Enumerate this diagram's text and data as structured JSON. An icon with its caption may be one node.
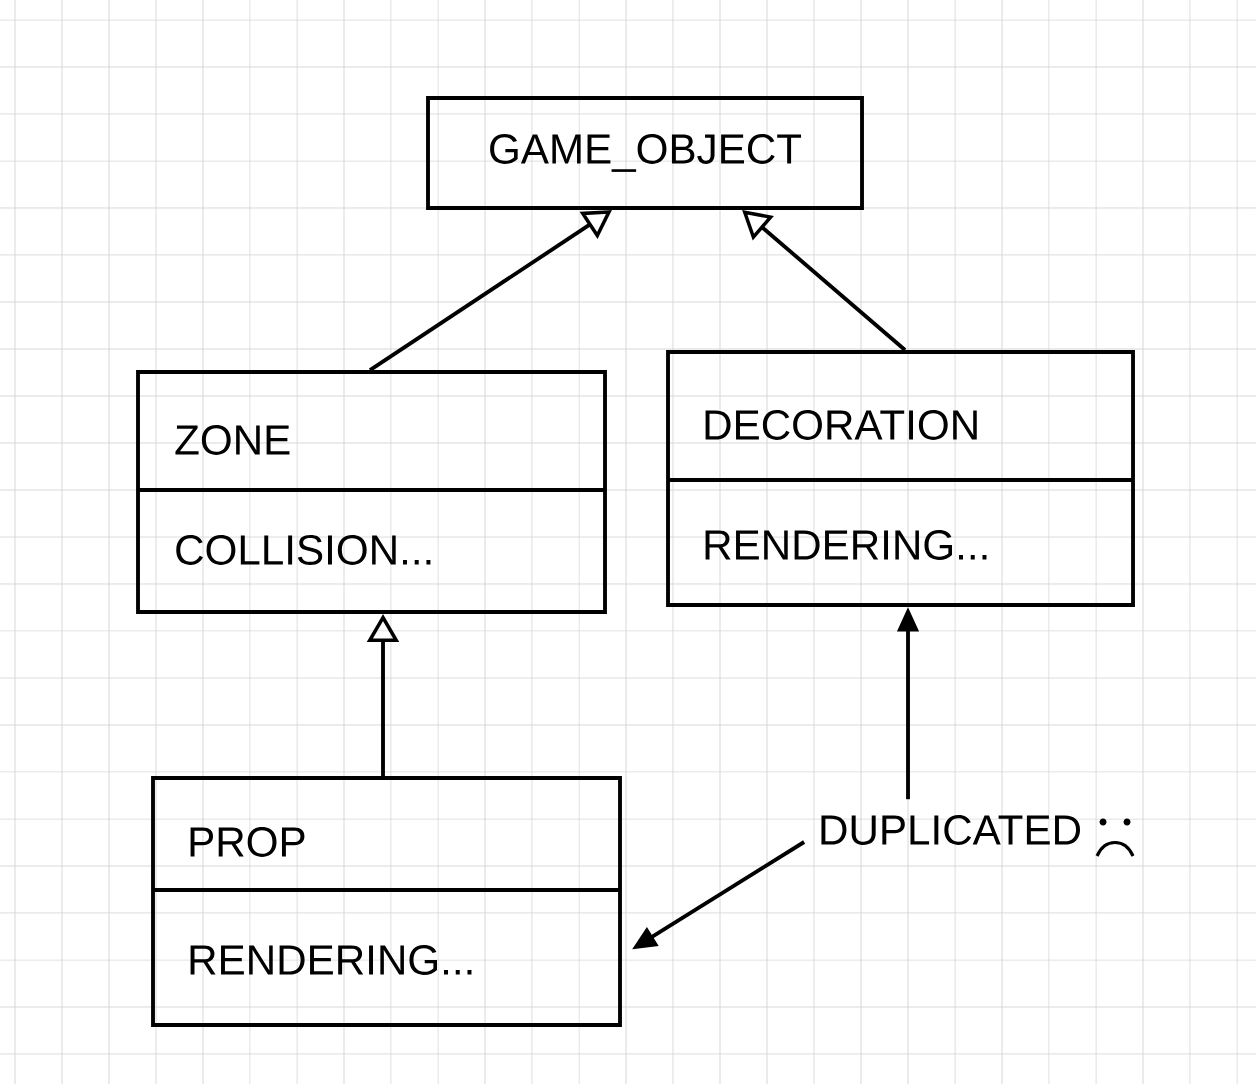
{
  "diagram": {
    "nodes": [
      {
        "text": [
          "GAME_OBJECT"
        ]
      },
      {
        "text": [
          "ZONE",
          "COLLISION..."
        ]
      },
      {
        "text": [
          "DECORATION",
          "RENDERING..."
        ]
      },
      {
        "text": [
          "PROP",
          "RENDERING..."
        ]
      },
      {
        "text": [
          "DUPLICATED"
        ]
      }
    ],
    "edges": [
      {
        "from": 1,
        "to": 0,
        "arrow": "to"
      },
      {
        "from": 2,
        "to": 0,
        "arrow": "to"
      },
      {
        "from": 3,
        "to": 1,
        "arrow": "to"
      },
      {
        "from": 4,
        "to": 2,
        "arrow": "to"
      },
      {
        "from": 4,
        "to": 3,
        "arrow": "to"
      }
    ]
  }
}
